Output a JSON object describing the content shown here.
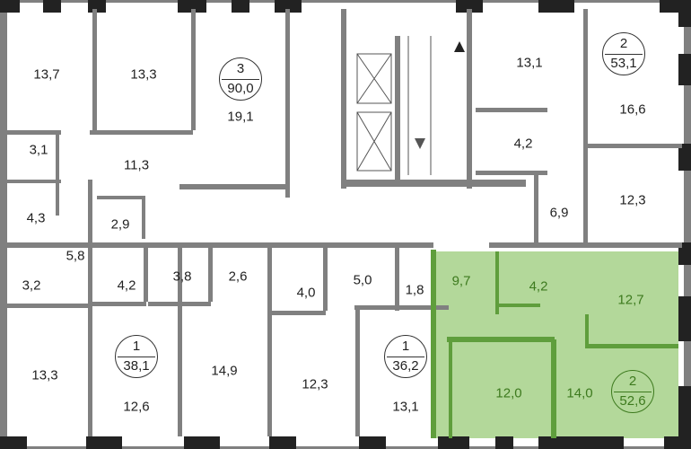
{
  "colors": {
    "wall": "#808080",
    "highlight_fill": "#b3d89a",
    "highlight_wall": "#5f9e3c",
    "label": "#222222",
    "highlight_label": "#3d7a1e"
  },
  "apartments": [
    {
      "rooms": "3",
      "area": "90,0",
      "highlighted": false
    },
    {
      "rooms": "2",
      "area": "53,1",
      "highlighted": false
    },
    {
      "rooms": "1",
      "area": "38,1",
      "highlighted": false
    },
    {
      "rooms": "1",
      "area": "36,2",
      "highlighted": false
    },
    {
      "rooms": "2",
      "area": "52,6",
      "highlighted": true
    }
  ],
  "rooms": [
    "13,7",
    "13,3",
    "19,1",
    "3,1",
    "11,3",
    "4,3",
    "2,9",
    "5,8",
    "3,2",
    "13,1",
    "16,6",
    "4,2",
    "6,9",
    "12,3",
    "9,7",
    "4,2",
    "12,7",
    "12,0",
    "14,0",
    "4,2",
    "3,8",
    "2,6",
    "4,0",
    "5,0",
    "1,8",
    "13,3",
    "12,6",
    "14,9",
    "12,3",
    "13,1"
  ]
}
